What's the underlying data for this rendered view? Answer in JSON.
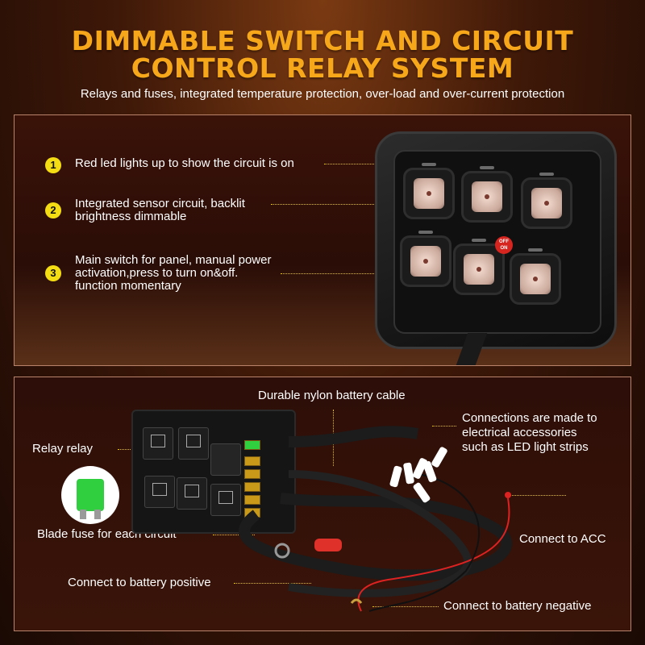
{
  "header": {
    "title_line1": "DIMMABLE SWITCH AND CIRCUIT",
    "title_line2": "CONTROL RELAY SYSTEM",
    "subtitle": "Relays and fuses, integrated temperature protection, over-load and over-current protection"
  },
  "features": [
    {
      "number": "1",
      "text": "Red led lights up to show the circuit is on"
    },
    {
      "number": "2",
      "text": "Integrated sensor circuit, backlit\nbrightness dimmable"
    },
    {
      "number": "3",
      "text": "Main switch for panel, manual power\nactivation,press to turn on&off.\nfunction momentary"
    }
  ],
  "switch_panel": {
    "power_button_label": "OFF\nON"
  },
  "callouts": {
    "cable": "Durable nylon battery cable",
    "accessories": "Connections are made to\nelectrical accessories\nsuch as LED light strips",
    "relay": "Relay relay",
    "fuse": "Blade fuse for each circuit",
    "acc": "Connect to ACC",
    "positive": "Connect to battery positive",
    "negative": "Connect to battery negative"
  },
  "colors": {
    "title": "#f6a81a",
    "badge": "#f4dd12",
    "dotline": "#e2c21a",
    "fuse": "#2fcf3f"
  }
}
